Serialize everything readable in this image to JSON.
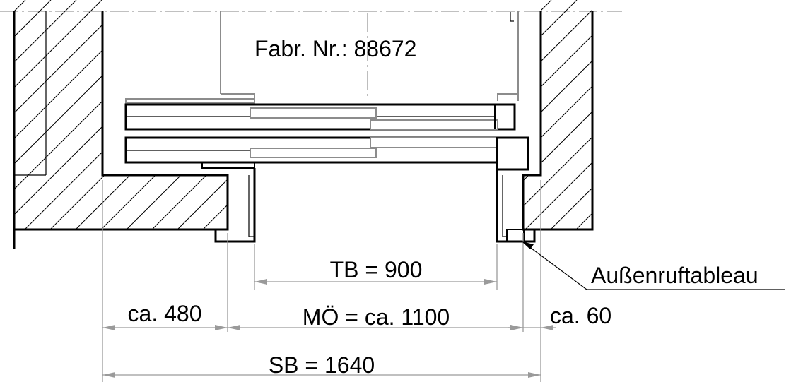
{
  "drawing": {
    "serial_label": "Fabr. Nr.: 88672",
    "dimensions": {
      "tb": "TB = 900",
      "left": "ca. 480",
      "mo": "MÖ = ca. 1100",
      "right": "ca. 60",
      "sb": "SB = 1640"
    },
    "callout": "Außenruftableau"
  }
}
